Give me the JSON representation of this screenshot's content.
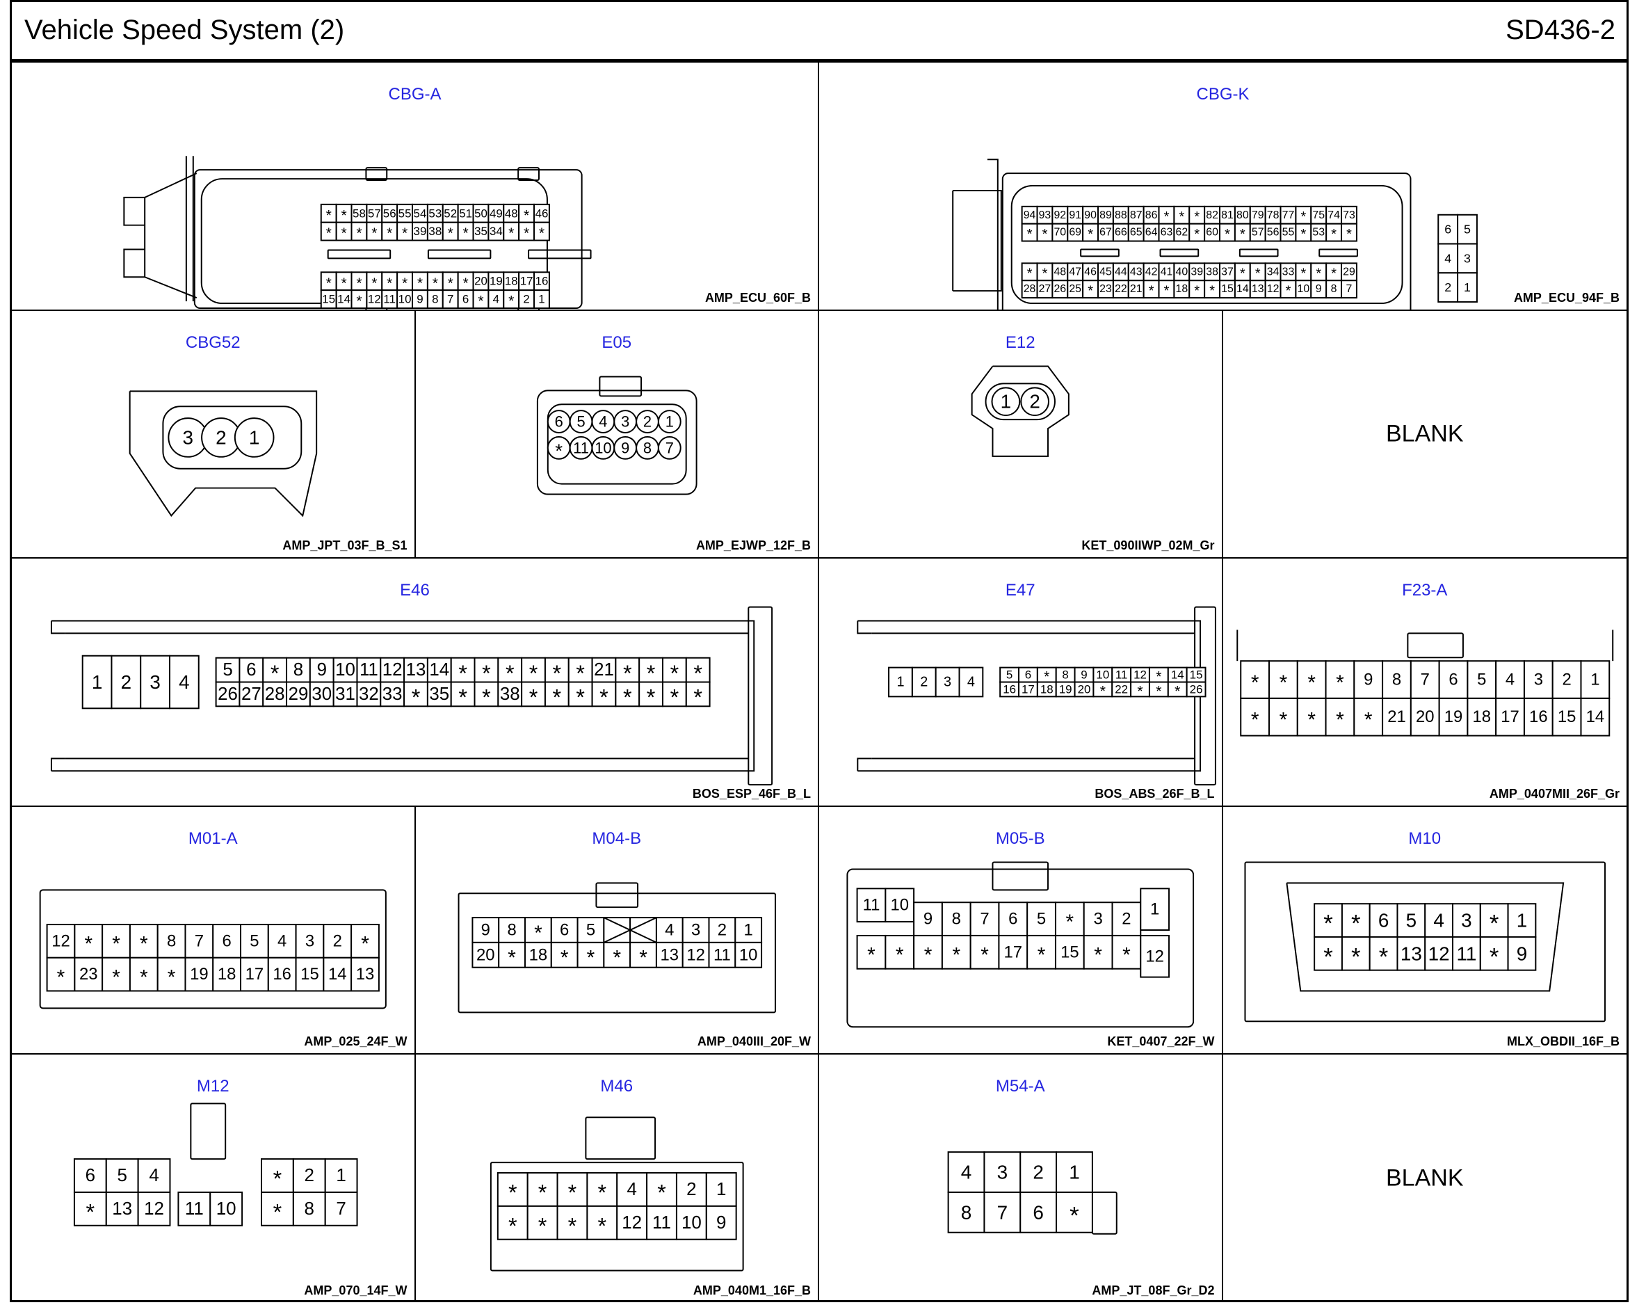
{
  "page": {
    "title": "Vehicle Speed System (2)",
    "code": "SD436-2"
  },
  "cells": [
    {
      "name": "CBG-A",
      "part": "AMP_ECU_60F_B",
      "type": "ecu_a",
      "grids": [
        {
          "rows": [
            [
              "*",
              "*",
              "58",
              "57",
              "56",
              "55",
              "54",
              "53",
              "52",
              "51",
              "50",
              "49",
              "48",
              "*",
              "46"
            ],
            [
              "*",
              "*",
              "*",
              "*",
              "*",
              "*",
              "39",
              "38",
              "*",
              "*",
              "35",
              "34",
              "*",
              "*",
              "*"
            ]
          ]
        },
        {
          "rows": [
            [
              "*",
              "*",
              "*",
              "*",
              "*",
              "*",
              "*",
              "*",
              "*",
              "*",
              "20",
              "19",
              "18",
              "17",
              "16"
            ],
            [
              "15",
              "14",
              "*",
              "12",
              "11",
              "10",
              "9",
              "8",
              "7",
              "6",
              "*",
              "4",
              "*",
              "2",
              "1"
            ]
          ]
        }
      ]
    },
    {
      "name": "CBG-K",
      "part": "AMP_ECU_94F_B",
      "type": "ecu_k",
      "grids": [
        {
          "rows": [
            [
              "94",
              "93",
              "92",
              "91",
              "90",
              "89",
              "88",
              "87",
              "86",
              "*",
              "*",
              "*",
              "82",
              "81",
              "80",
              "79",
              "78",
              "77",
              "*",
              "75",
              "74",
              "73"
            ],
            [
              "*",
              "*",
              "70",
              "69",
              "*",
              "67",
              "66",
              "65",
              "64",
              "63",
              "62",
              "*",
              "60",
              "*",
              "*",
              "57",
              "56",
              "55",
              "*",
              "53",
              "*",
              "*"
            ]
          ]
        },
        {
          "rows": [
            [
              "*",
              "*",
              "48",
              "47",
              "46",
              "45",
              "44",
              "43",
              "42",
              "41",
              "40",
              "39",
              "38",
              "37",
              "*",
              "*",
              "34",
              "33",
              "*",
              "*",
              "*",
              "29"
            ],
            [
              "28",
              "27",
              "26",
              "25",
              "*",
              "23",
              "22",
              "21",
              "*",
              "*",
              "18",
              "*",
              "*",
              "15",
              "14",
              "13",
              "12",
              "*",
              "10",
              "9",
              "8",
              "7"
            ]
          ]
        },
        {
          "rows": [
            [
              "6",
              "5"
            ],
            [
              "4",
              "3"
            ],
            [
              "2",
              "1"
            ]
          ]
        }
      ]
    },
    {
      "name": "CBG52",
      "part": "AMP_JPT_03F_B_S1",
      "type": "circ3",
      "pins": [
        "3",
        "2",
        "1"
      ]
    },
    {
      "name": "E05",
      "part": "AMP_EJWP_12F_B",
      "type": "circ12",
      "rows": [
        [
          "6",
          "5",
          "4",
          "3",
          "2",
          "1"
        ],
        [
          "*",
          "11",
          "10",
          "9",
          "8",
          "7"
        ]
      ]
    },
    {
      "name": "E12",
      "part": "KET_090IIWP_02M_Gr",
      "type": "circ2",
      "pins": [
        "1",
        "2"
      ]
    },
    {
      "name": "",
      "part": "",
      "type": "blank",
      "label": "BLANK"
    },
    {
      "name": "E46",
      "part": "BOS_ESP_46F_B_L",
      "type": "long",
      "left": [
        "1",
        "2",
        "3",
        "4"
      ],
      "rows": [
        [
          "5",
          "6",
          "*",
          "8",
          "9",
          "10",
          "11",
          "12",
          "13",
          "14",
          "*",
          "*",
          "*",
          "*",
          "*",
          "*",
          "21",
          "*",
          "*",
          "*",
          "*"
        ],
        [
          "26",
          "27",
          "28",
          "29",
          "30",
          "31",
          "32",
          "33",
          "*",
          "35",
          "*",
          "*",
          "38",
          "*",
          "*",
          "*",
          "*",
          "*",
          "*",
          "*",
          "*"
        ]
      ]
    },
    {
      "name": "E47",
      "part": "BOS_ABS_26F_B_L",
      "type": "long",
      "left": [
        "1",
        "2",
        "3",
        "4"
      ],
      "rows": [
        [
          "5",
          "6",
          "*",
          "8",
          "9",
          "10",
          "11",
          "12",
          "*",
          "14",
          "15"
        ],
        [
          "16",
          "17",
          "18",
          "19",
          "20",
          "*",
          "22",
          "*",
          "*",
          "*",
          "26"
        ]
      ]
    },
    {
      "name": "F23-A",
      "part": "AMP_0407MII_26F_Gr",
      "type": "rect",
      "rows": [
        [
          "*",
          "*",
          "*",
          "*",
          "9",
          "8",
          "7",
          "6",
          "5",
          "4",
          "3",
          "2",
          "1"
        ],
        [
          "*",
          "*",
          "*",
          "*",
          "*",
          "21",
          "20",
          "19",
          "18",
          "17",
          "16",
          "15",
          "14"
        ]
      ]
    },
    {
      "name": "M01-A",
      "part": "AMP_025_24F_W",
      "type": "rect",
      "rows": [
        [
          "12",
          "*",
          "*",
          "*",
          "8",
          "7",
          "6",
          "5",
          "4",
          "3",
          "2",
          "*"
        ],
        [
          "*",
          "23",
          "*",
          "*",
          "*",
          "19",
          "18",
          "17",
          "16",
          "15",
          "14",
          "13"
        ]
      ]
    },
    {
      "name": "M04-B",
      "part": "AMP_040III_20F_W",
      "type": "m04",
      "rows": [
        [
          "9",
          "8",
          "*",
          "6",
          "5",
          "",
          "",
          "4",
          "3",
          "2",
          "1"
        ],
        [
          "20",
          "*",
          "18",
          "*",
          "*",
          "*",
          "*",
          "13",
          "12",
          "11",
          "10"
        ]
      ]
    },
    {
      "name": "M05-B",
      "part": "KET_0407_22F_W",
      "type": "m05",
      "rows": [
        [
          "9",
          "8",
          "7",
          "6",
          "5",
          "*",
          "3",
          "2"
        ],
        [
          "*",
          "*",
          "*",
          "17",
          "*",
          "15",
          "*",
          "*"
        ]
      ],
      "left": [
        [
          "11",
          "10"
        ],
        [
          "*",
          "*"
        ]
      ],
      "right": [
        "1",
        "12"
      ]
    },
    {
      "name": "M10",
      "part": "MLX_OBDII_16F_B",
      "type": "obd",
      "rows": [
        [
          "*",
          "*",
          "6",
          "5",
          "4",
          "3",
          "*",
          "1"
        ],
        [
          "*",
          "*",
          "*",
          "13",
          "12",
          "11",
          "*",
          "9"
        ]
      ]
    },
    {
      "name": "M12",
      "part": "AMP_070_14F_W",
      "type": "m12",
      "leftTop": [
        "6",
        "5",
        "4"
      ],
      "leftBot": [
        "*",
        "13",
        "12"
      ],
      "mid": [
        "11",
        "10"
      ],
      "rightTop": [
        "*",
        "2",
        "1"
      ],
      "rightBot": [
        "*",
        "8",
        "7"
      ]
    },
    {
      "name": "M46",
      "part": "AMP_040M1_16F_B",
      "type": "rect",
      "rows": [
        [
          "*",
          "*",
          "*",
          "*",
          "4",
          "*",
          "2",
          "1"
        ],
        [
          "*",
          "*",
          "*",
          "*",
          "12",
          "11",
          "10",
          "9"
        ]
      ]
    },
    {
      "name": "M54-A",
      "part": "AMP_JT_08F_Gr_D2",
      "type": "rect",
      "rows": [
        [
          "4",
          "3",
          "2",
          "1"
        ],
        [
          "8",
          "7",
          "6",
          "*"
        ]
      ]
    },
    {
      "name": "",
      "part": "",
      "type": "blank",
      "label": "BLANK"
    }
  ]
}
